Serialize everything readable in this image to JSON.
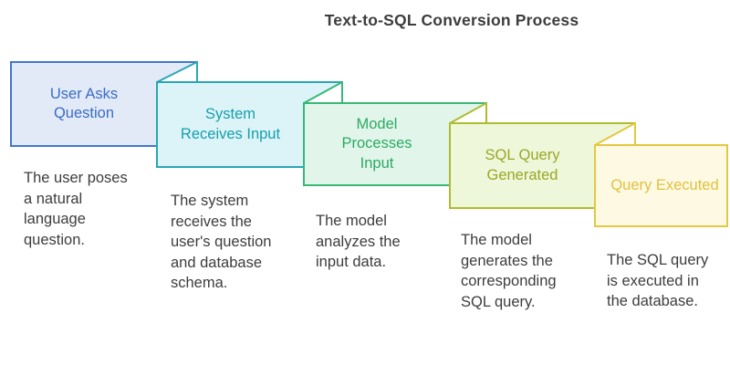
{
  "title": "Text-to-SQL Conversion Process",
  "background_color": "#ffffff",
  "text_color": "#3d3d3d",
  "fold_fill_color": "#ffffff",
  "steps": [
    {
      "name": "user-asks-question",
      "title_lines": [
        "User Asks",
        "Question"
      ],
      "description_lines": [
        "The user poses",
        "a natural",
        "language",
        "question."
      ],
      "fill_color": "#e2eaf8",
      "border_color": "#4377cf",
      "title_color": "#3b6cc4"
    },
    {
      "name": "system-receives-input",
      "title_lines": [
        "System",
        "Receives Input"
      ],
      "description_lines": [
        "The system",
        "receives the",
        "user's question",
        "and database",
        "schema."
      ],
      "fill_color": "#dcf3f8",
      "border_color": "#2aa6b5",
      "title_color": "#17a0ab"
    },
    {
      "name": "model-processes-input",
      "title_lines": [
        "Model",
        "Processes",
        "Input"
      ],
      "description_lines": [
        "The model",
        "analyzes the",
        "input data."
      ],
      "fill_color": "#e1f5eb",
      "border_color": "#37b877",
      "title_color": "#2daa63"
    },
    {
      "name": "sql-query-generated",
      "title_lines": [
        "SQL Query",
        "Generated"
      ],
      "description_lines": [
        "The model",
        "generates the",
        "corresponding",
        "SQL query."
      ],
      "fill_color": "#eff7db",
      "border_color": "#aebc2f",
      "title_color": "#98a824"
    },
    {
      "name": "query-executed",
      "title_lines": [
        "Query Executed"
      ],
      "description_lines": [
        "The SQL query",
        "is executed in",
        "the database."
      ],
      "fill_color": "#fdf9e2",
      "border_color": "#e3c840",
      "title_color": "#e0c23e"
    }
  ]
}
